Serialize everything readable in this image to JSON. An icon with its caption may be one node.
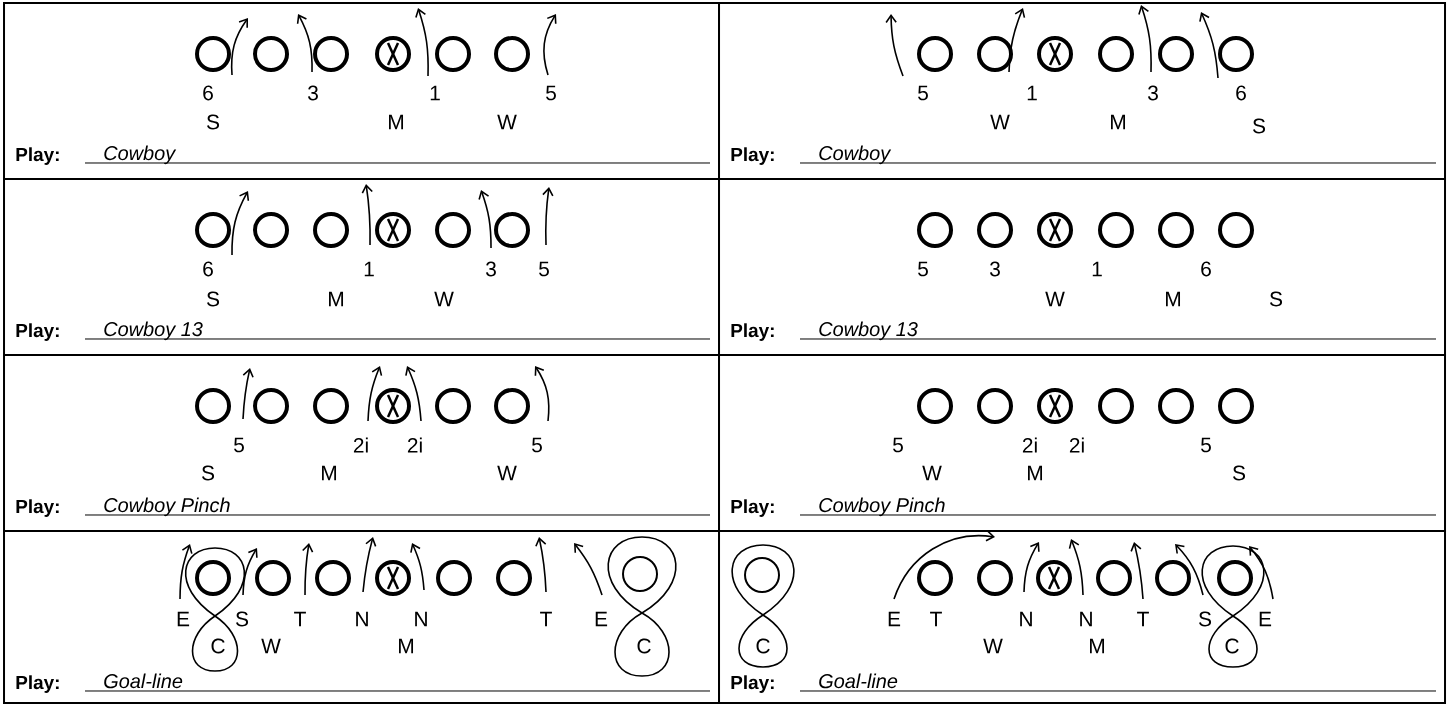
{
  "diagram": {
    "nodes": [
      {
        "text": [
          "Play:",
          "Cowboy"
        ]
      },
      {
        "text": [
          "Play:",
          "Cowboy"
        ]
      },
      {
        "text": [
          "Play:",
          "Cowboy 13"
        ]
      },
      {
        "text": [
          "Play:",
          "Cowboy 13"
        ]
      },
      {
        "text": [
          "Play:",
          "Cowboy Pinch"
        ]
      },
      {
        "text": [
          "Play:",
          "Cowboy Pinch"
        ]
      },
      {
        "text": [
          "Play:",
          "Goal-line"
        ]
      },
      {
        "text": [
          "Play:",
          "Goal-line"
        ]
      }
    ],
    "labels": [
      "6",
      "3",
      "1",
      "5",
      "S",
      "M",
      "W",
      "5",
      "1",
      "3",
      "6",
      "W",
      "M",
      "S",
      "6",
      "1",
      "3",
      "5",
      "S",
      "M",
      "W",
      "5",
      "3",
      "1",
      "6",
      "W",
      "M",
      "S",
      "5",
      "2i",
      "2i",
      "5",
      "S",
      "M",
      "W",
      "5",
      "2i",
      "2i",
      "5",
      "W",
      "M",
      "S",
      "E",
      "S",
      "T",
      "N",
      "N",
      "T",
      "E",
      "C",
      "W",
      "M",
      "C",
      "E",
      "T",
      "N",
      "N",
      "T",
      "S",
      "E",
      "C",
      "W",
      "M",
      "C"
    ]
  }
}
